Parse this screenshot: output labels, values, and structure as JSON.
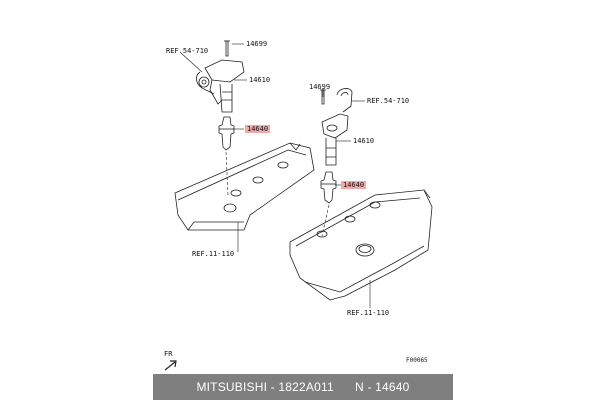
{
  "labels": {
    "ref_54_710_left": "REF.54-710",
    "part_14699_left": "14699",
    "part_14610_left": "14610",
    "part_14640_left": "14640",
    "ref_11_110_left": "REF.11-110",
    "part_14699_right": "14699",
    "ref_54_710_right": "REF.54-710",
    "part_14610_right": "14610",
    "part_14640_right": "14640",
    "ref_11_110_right": "REF.11-110",
    "front_marker": "FR",
    "figure_code": "F00065"
  },
  "footer": {
    "brand": "MITSUBISHI",
    "part_number": "1822A011",
    "code": "N - 14640"
  },
  "colors": {
    "highlight": "#f3a9a9",
    "footer_bg": "#7f7f7f"
  }
}
